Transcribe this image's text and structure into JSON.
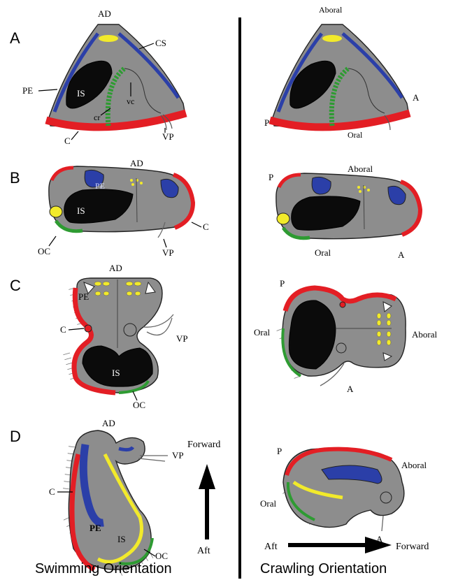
{
  "panels": {
    "A": "A",
    "B": "B",
    "C": "C",
    "D": "D"
  },
  "labels": {
    "AD": "AD",
    "Aboral": "Aboral",
    "Oral": "Oral",
    "CS": "CS",
    "PE": "PE",
    "IS": "IS",
    "cr": "cr",
    "vc": "vc",
    "C": "C",
    "VP": "VP",
    "OC": "OC",
    "P": "P",
    "A": "A"
  },
  "arrows": {
    "forward": "Forward",
    "aft": "Aft"
  },
  "captions": {
    "swimming": "Swimming Orientation",
    "crawling": "Crawling Orientation"
  },
  "colors": {
    "body": "#8d8d8d",
    "comb_row": "#e31e24",
    "pharynx_epithelium": "#2b3fa8",
    "oral_ciliation": "#2e9b32",
    "statocyst_yellow": "#f2ea2b",
    "intestine": "#0b0b0b"
  }
}
